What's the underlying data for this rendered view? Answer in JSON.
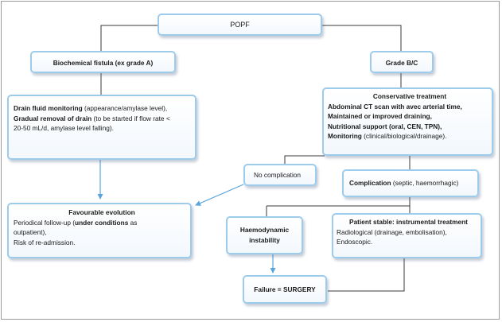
{
  "popf": "POPF",
  "biochemical": "Biochemical fistula (ex grade A)",
  "grade_bc": "Grade B/C",
  "drain": {
    "l1_bold": "Drain fluid monitoring",
    "l1_rest": " (appearance/amylase level),",
    "l2_bold": "Gradual removal of drain",
    "l2_rest": " (to be started if flow rate <",
    "l3": "20-50 mL/d, amylase level falling)."
  },
  "conservative": {
    "title": "Conservative treatment",
    "l1": "Abdominal CT scan with  avec arterial time,",
    "l2": "Maintained or improved draining,",
    "l3": "Nutritional support (oral, CEN, TPN),",
    "l4_bold": "Monitoring",
    "l4_rest": " (clinical/biological/drainage)."
  },
  "no_complication": "No complication",
  "complication": {
    "bold": "Complication",
    "rest": " (septic, haemorrhagic)"
  },
  "favourable": {
    "title": "Favourable evolution",
    "l1_a": "Periodical follow-up (",
    "l1_bold": "under conditions",
    "l1_b": " as",
    "l2": "outpatient),",
    "l3": "Risk of re-admission."
  },
  "haemo": {
    "l1": "Haemodynamic",
    "l2": "instability"
  },
  "stable": {
    "title": "Patient stable: instrumental treatment",
    "l1": "Radiological (drainage, embolisation),",
    "l2": "Endoscopic."
  },
  "failure": "Failure = SURGERY",
  "colors": {
    "border": "#9ccbec",
    "arrow": "#5aa5dc",
    "line": "#3a3a3a"
  }
}
